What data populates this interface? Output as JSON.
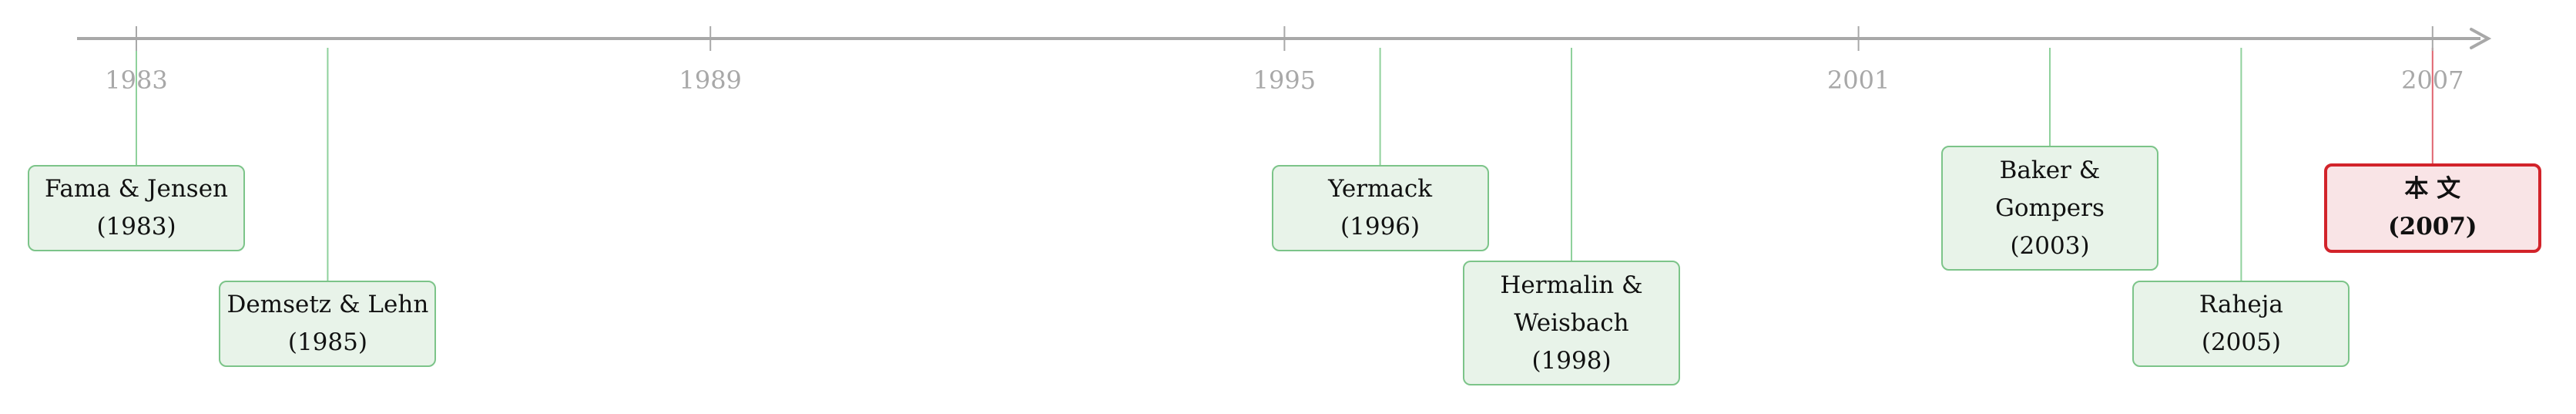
{
  "axis": {
    "ticks": [
      "1983",
      "1989",
      "1995",
      "2001",
      "2007"
    ]
  },
  "events": [
    {
      "year": 1983,
      "lines": [
        "Fama & Jensen",
        "(1983)"
      ],
      "highlight": false
    },
    {
      "year": 1985,
      "lines": [
        "Demsetz & Lehn",
        "(1985)"
      ],
      "highlight": false
    },
    {
      "year": 1996,
      "lines": [
        "Yermack",
        "(1996)"
      ],
      "highlight": false
    },
    {
      "year": 1998,
      "lines": [
        "Hermalin &",
        "Weisbach",
        "(1998)"
      ],
      "highlight": false
    },
    {
      "year": 2003,
      "lines": [
        "Baker &",
        "Gompers",
        "(2003)"
      ],
      "highlight": false
    },
    {
      "year": 2005,
      "lines": [
        "Raheja",
        "(2005)"
      ],
      "highlight": false
    },
    {
      "year": 2007,
      "lines": [
        "本 文",
        "(2007)"
      ],
      "highlight": true
    }
  ],
  "colors": {
    "axis": "#a8a8a8",
    "connector": "#8fd19c",
    "connector_highlight": "#e06570",
    "card_fill": "#e8f3e9",
    "card_border": "#7cc489",
    "highlight_fill": "#f9e4e6",
    "highlight_border": "#d2232a"
  }
}
